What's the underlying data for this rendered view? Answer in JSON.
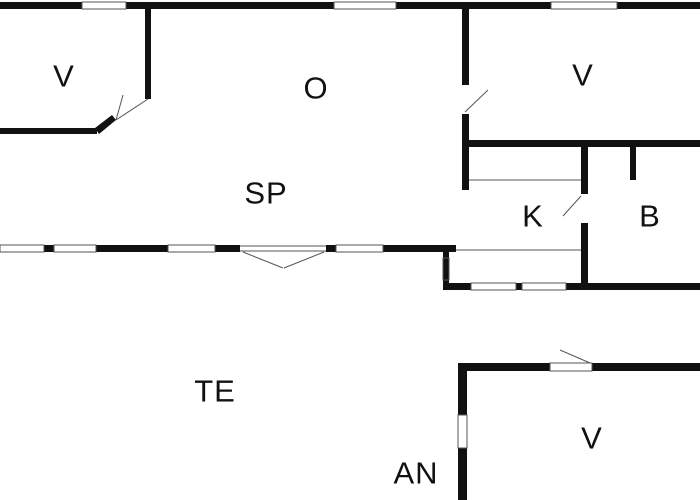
{
  "rooms": {
    "v_top_left": "V",
    "o": "O",
    "v_top_right": "V",
    "sp": "SP",
    "k": "K",
    "b": "B",
    "te": "TE",
    "v_bottom_right": "V",
    "an": "AN"
  },
  "colors": {
    "wall": "#111111",
    "thin": "#555555",
    "background": "#ffffff"
  }
}
